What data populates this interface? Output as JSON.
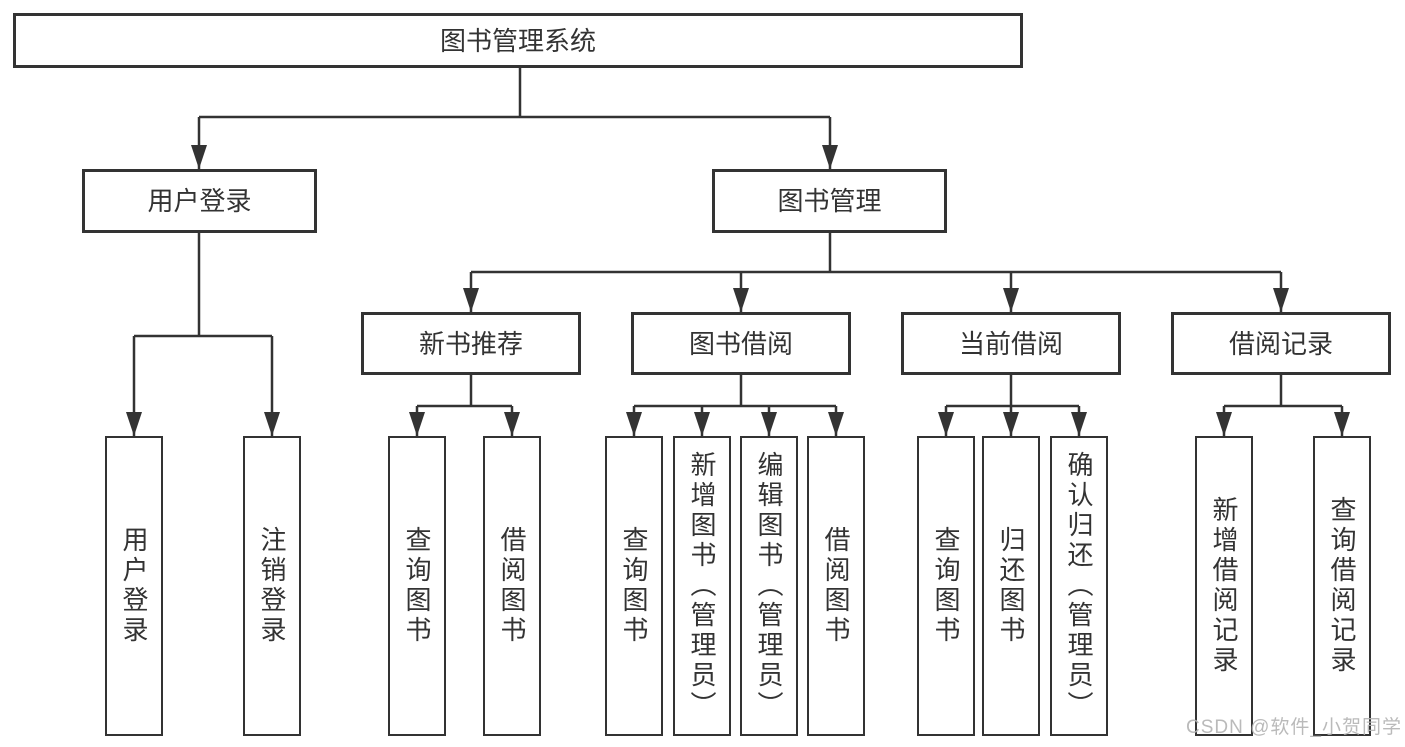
{
  "diagram": {
    "root_label": "图书管理系统",
    "level2": [
      {
        "label": "用户登录"
      },
      {
        "label": "图书管理"
      }
    ],
    "level3": [
      {
        "label": "新书推荐"
      },
      {
        "label": "图书借阅"
      },
      {
        "label": "当前借阅"
      },
      {
        "label": "借阅记录"
      }
    ],
    "leaves": {
      "user_login": [
        "用户登录",
        "注销登录"
      ],
      "new_book_recommend": [
        "查询图书",
        "借阅图书"
      ],
      "book_borrow": [
        "查询图书",
        "新增图书（管理员）",
        "编辑图书（管理员）",
        "借阅图书"
      ],
      "current_borrow": [
        "查询图书",
        "归还图书",
        "确认归还（管理员）"
      ],
      "borrow_record": [
        "新增借阅记录",
        "查询借阅记录"
      ]
    },
    "colors": {
      "line": "#333333",
      "text": "#333333",
      "background": "#ffffff",
      "watermark": "#b3b3b3"
    },
    "watermark_text": "CSDN @软件_小贺同学"
  }
}
